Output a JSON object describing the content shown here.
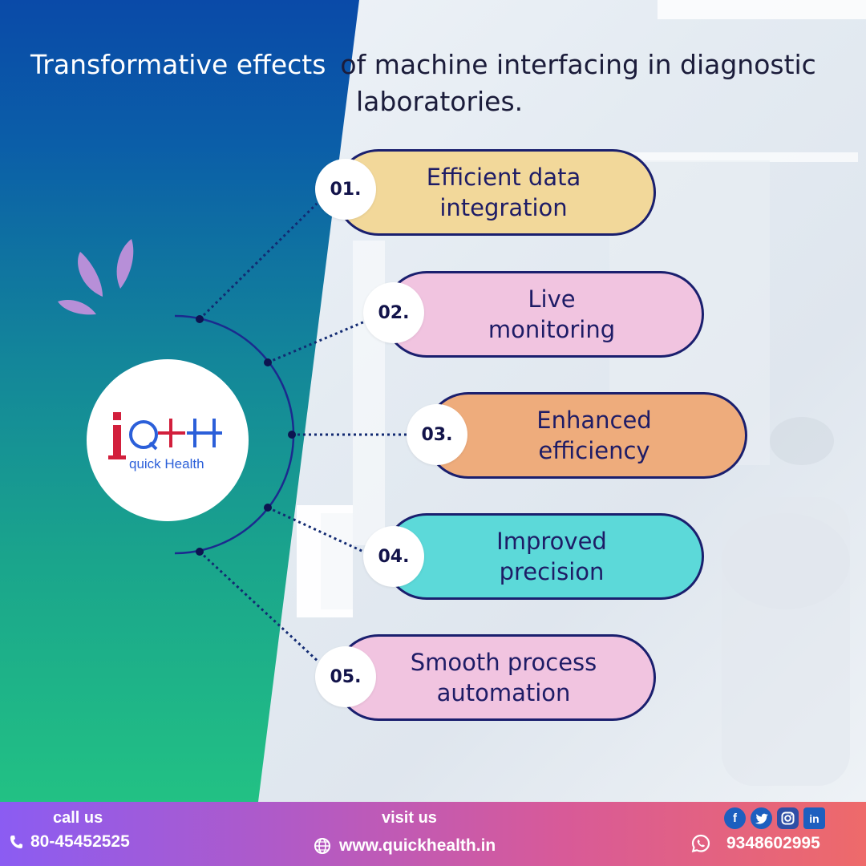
{
  "title": {
    "part1": "Transformative effects",
    "part2": "of machine interfacing in diagnostic",
    "part3": "laboratories."
  },
  "logo": {
    "mark": "iQ++",
    "text": "quick Health",
    "brand_red": "#d21f3c",
    "brand_blue": "#2b5fd9"
  },
  "items": [
    {
      "number": "01.",
      "line1": "Efficient data",
      "line2": "integration",
      "color": "#f2d89a"
    },
    {
      "number": "02.",
      "line1": "Live",
      "line2": "monitoring",
      "color": "#f1c4e0"
    },
    {
      "number": "03.",
      "line1": "Enhanced",
      "line2": "efficiency",
      "color": "#eeac7c"
    },
    {
      "number": "04.",
      "line1": "Improved",
      "line2": "precision",
      "color": "#5cd9d9"
    },
    {
      "number": "05.",
      "line1": "Smooth process",
      "line2": "automation",
      "color": "#f1c4e0"
    }
  ],
  "footer": {
    "call_label": "call us",
    "phone": "80-45452525",
    "visit_label": "visit us",
    "website": "www.quickhealth.in",
    "whatsapp": "9348602995",
    "social_icons": [
      "facebook-icon",
      "twitter-icon",
      "instagram-icon",
      "linkedin-icon"
    ]
  },
  "colors": {
    "accent_navy": "#1a1f6e",
    "left_gradient_top": "#0a4aa8",
    "left_gradient_bottom": "#22c184",
    "petal": "#b78fd8"
  }
}
